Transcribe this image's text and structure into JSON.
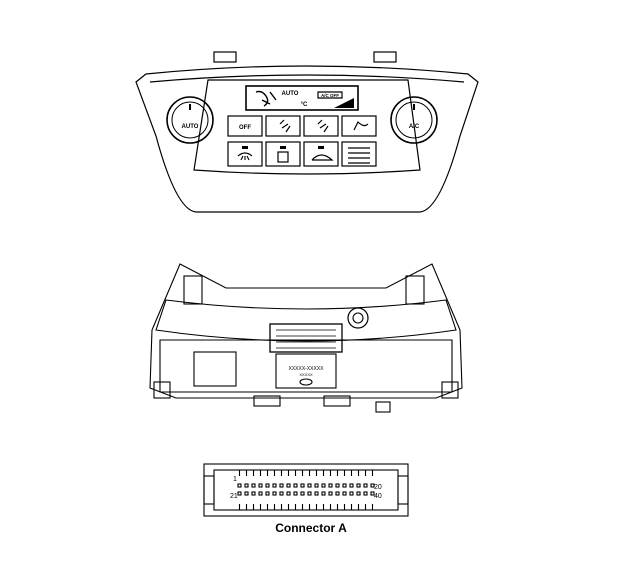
{
  "front_panel": {
    "left_knob_label": "AUTO",
    "right_knob_label": "A/C",
    "off_button_label": "OFF",
    "display": {
      "mode": "AUTO",
      "temp_unit": "°C",
      "ac_status": "A/C OFF"
    }
  },
  "rear_panel": {
    "sticker_lines": [
      "XXXXX-XXXXX",
      "XXXXX"
    ]
  },
  "connector": {
    "caption": "Connector A",
    "pin_top_left": "1",
    "pin_top_right": "20",
    "pin_bottom_left": "21",
    "pin_bottom_right": "40"
  }
}
